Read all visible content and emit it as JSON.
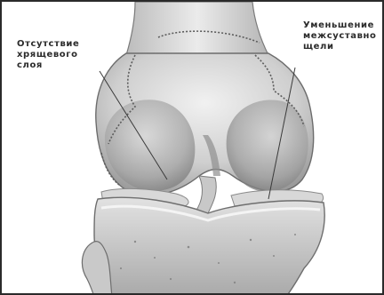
{
  "labels": {
    "left": {
      "line1": "Отсутствие",
      "line2": "хрящевого",
      "line3": "слоя"
    },
    "right": {
      "line1": "Уменьшение",
      "line2": "межсуставно",
      "line3": "щели"
    }
  },
  "colors": {
    "border": "#2a2a2a",
    "bone_light": "#e6e6e6",
    "bone_mid": "#bdbdbd",
    "bone_dark": "#8a8a8a",
    "cartilage": "#dcdcdc",
    "text": "#2b2b2b"
  }
}
